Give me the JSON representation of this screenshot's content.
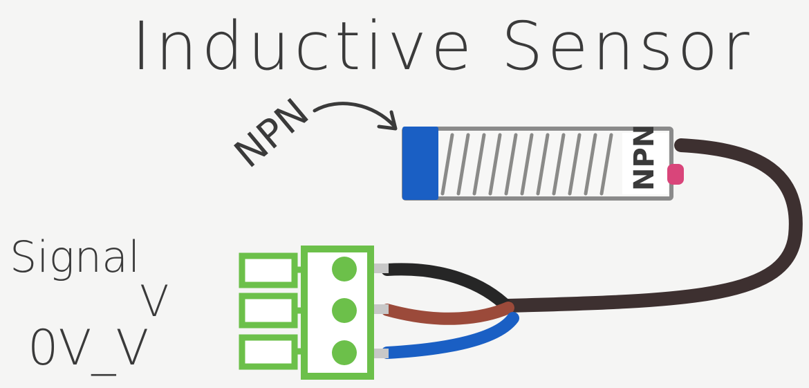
{
  "title": "Inductive Sensor",
  "arrow_label": "NPN",
  "sensor_body_label": "NPN",
  "pin_labels": {
    "signal": "Signal",
    "vplus": "V",
    "ground": "0V_V"
  },
  "colors": {
    "background": "#f5f5f4",
    "sensor_face": "#1a5fc4",
    "sensor_outline": "#8a8a8a",
    "coil": "#8a8a88",
    "led": "#d9457a",
    "cable_main": "#3d3030",
    "wire_black": "#262626",
    "wire_brown": "#9b4a3a",
    "wire_blue": "#1a5fc4",
    "connector": "#6cc04a",
    "ink": "#3a3a3a"
  }
}
